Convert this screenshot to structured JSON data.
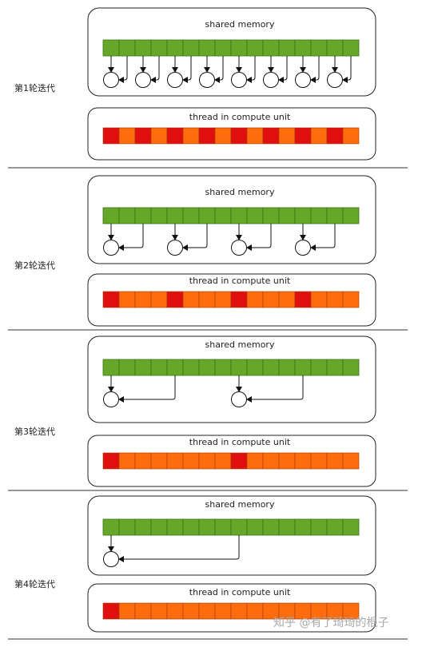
{
  "colors": {
    "green": "#65a827",
    "green_border": "#3b6e16",
    "red": "#e01010",
    "orange": "#fe6d0d",
    "cell_border": "#a03808",
    "box_border": "#222222",
    "divider": "#333333"
  },
  "labels": {
    "shared_memory": "shared memory",
    "compute_unit": "thread in compute unit"
  },
  "cells_per_row": 16,
  "iterations": [
    {
      "label": "第1轮迭代",
      "stride": 1,
      "active_threads": [
        0,
        2,
        4,
        6,
        8,
        10,
        12,
        14
      ]
    },
    {
      "label": "第2轮迭代",
      "stride": 2,
      "active_threads": [
        0,
        4,
        8,
        12
      ]
    },
    {
      "label": "第3轮迭代",
      "stride": 4,
      "active_threads": [
        0,
        8
      ]
    },
    {
      "label": "第4轮迭代",
      "stride": 8,
      "active_threads": [
        0
      ]
    }
  ],
  "watermark": "知乎 @有了琦琦的棍子"
}
